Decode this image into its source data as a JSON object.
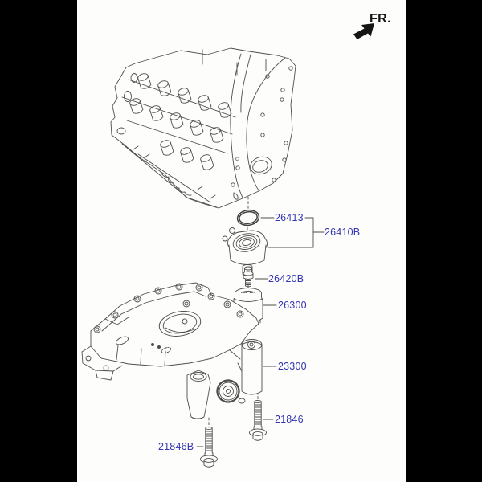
{
  "direction_indicator": {
    "label": "FR."
  },
  "engine_marking": "c",
  "callouts": {
    "oring": "26413",
    "cooler_assembly": "26410B",
    "fitting": "26420B",
    "oil_filter": "26300",
    "pump_module": "23300",
    "bolt": "21846",
    "bolt_b": "21846B"
  },
  "colors": {
    "background": "#000000",
    "canvas": "#fdfefb",
    "line": "#4d4d4d",
    "callout_text": "#3434b4",
    "direction_text": "#151515"
  }
}
